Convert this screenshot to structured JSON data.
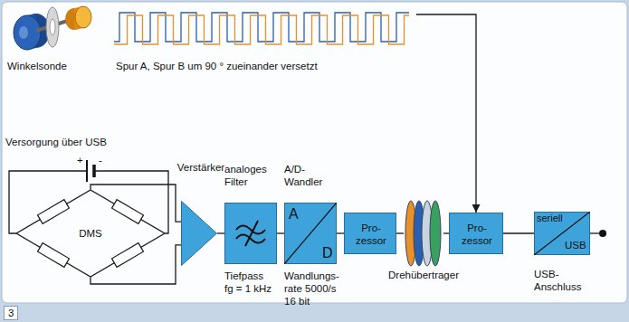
{
  "diagram": {
    "nodes": [
      {
        "text": [
          "Winkelsonde"
        ]
      },
      {
        "text": [
          "DMS"
        ]
      },
      {
        "text": [
          "Verstärker"
        ]
      },
      {
        "text": [
          "analoges Filter",
          "Tiefpass fg = 1 kHz"
        ]
      },
      {
        "text": [
          "A/D- Wandler",
          "A",
          "D",
          "Wandlungs- rate 5000/s 16 bit"
        ]
      },
      {
        "text": [
          "Pro- zessor"
        ]
      },
      {
        "text": [
          "Drehübertrager"
        ]
      },
      {
        "text": [
          "Pro- zessor"
        ]
      },
      {
        "text": [
          "seriell",
          "USB",
          "USB- Anschluss"
        ]
      }
    ],
    "edges": [
      {
        "from": 0,
        "to": 7,
        "arrow": "to"
      },
      {
        "from": 1,
        "to": 2,
        "arrow": "none"
      },
      {
        "from": 1,
        "to": 2,
        "arrow": "none"
      },
      {
        "from": 2,
        "to": 3,
        "arrow": "none"
      },
      {
        "from": 3,
        "to": 4,
        "arrow": "none"
      },
      {
        "from": 4,
        "to": 5,
        "arrow": "none"
      },
      {
        "from": 5,
        "to": 6,
        "arrow": "none"
      },
      {
        "from": 6,
        "to": 7,
        "arrow": "none"
      },
      {
        "from": 7,
        "to": 8,
        "arrow": "none"
      }
    ],
    "labels": [
      "Spur A, Spur B um 90 ° zueinander versetzt",
      "Versorgung über USB",
      "+",
      "-",
      "3"
    ]
  }
}
